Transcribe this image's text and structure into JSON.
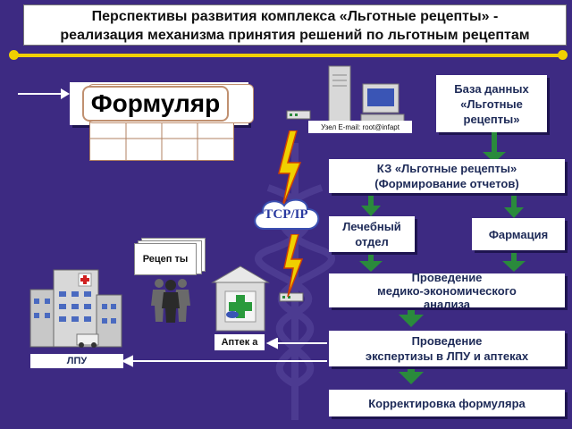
{
  "title": {
    "line1": "Перспективы развития комплекса «Льготные рецепты» -",
    "line2": "реализация механизма  принятия решений по льготным рецептам"
  },
  "formulary": {
    "label": "Формуляр"
  },
  "server": {
    "node_label": "Узел E-mail: root@infapt"
  },
  "database": {
    "label_line1": "База данных",
    "label_line2": "«Льготные",
    "label_line3": "рецепты»"
  },
  "kz": {
    "line1": "КЗ «Льготные рецепты»",
    "line2": "(Формирование отчетов)"
  },
  "network": {
    "label": "TCP/IP"
  },
  "medical_dept": {
    "line1": "Лечебный",
    "line2": "отдел"
  },
  "pharmacy_dept": {
    "label": "Фармация"
  },
  "analysis": {
    "line1": "Проведение",
    "line2": "медико-экономического",
    "line3": "анализа"
  },
  "expertise": {
    "line1": "Проведение",
    "line2": "экспертизы в ЛПУ и аптеках"
  },
  "correction": {
    "label": "Корректировка формуляра"
  },
  "prescriptions": {
    "label": "Рецеп ты"
  },
  "pharmacy_building": {
    "label": "Аптек а"
  },
  "hospital": {
    "label": "ЛПУ"
  },
  "colors": {
    "background": "#3d2a82",
    "accent_yellow": "#f0d000",
    "arrow_green": "#2a8a3c",
    "text_navy": "#1d2a57"
  }
}
